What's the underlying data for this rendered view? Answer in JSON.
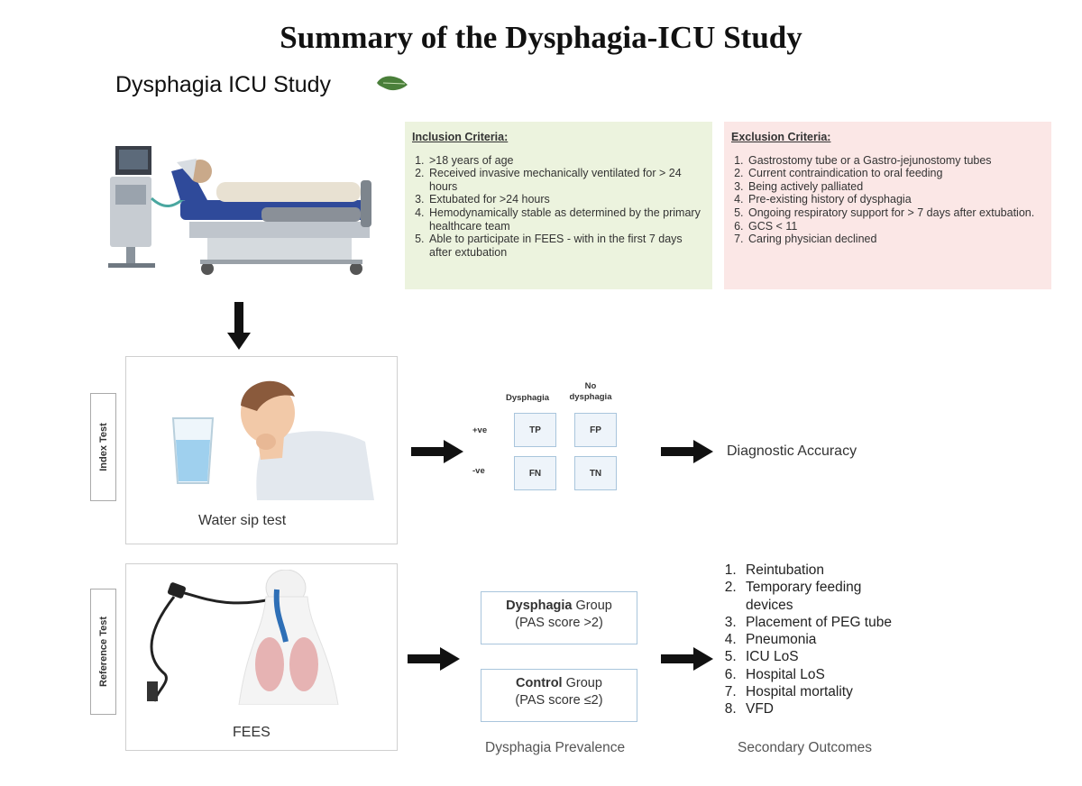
{
  "title": "Summary of the Dysphagia-ICU Study",
  "subtitle": "Dysphagia ICU Study",
  "inclusion": {
    "heading": "Inclusion Criteria:",
    "items": [
      ">18 years of age",
      "Received invasive mechanically ventilated for > 24 hours",
      "Extubated for >24 hours",
      "Hemodynamically stable as determined by the primary healthcare team",
      "Able to participate in FEES - with in the first 7 days after extubation"
    ]
  },
  "exclusion": {
    "heading": "Exclusion Criteria:",
    "items": [
      "Gastrostomy tube or a Gastro-jejunostomy tubes",
      "Current contraindication to oral feeding",
      "Being actively palliated",
      "Pre-existing history of dysphagia",
      "Ongoing respiratory support for > 7 days after extubation.",
      "GCS < 11",
      "Caring physician declined"
    ]
  },
  "index_test": {
    "label": "Index Test",
    "caption": "Water sip test"
  },
  "reference_test": {
    "label": "Reference Test",
    "caption": "FEES"
  },
  "matrix": {
    "col_dysphagia": "Dysphagia",
    "col_no_dysphagia_1": "No",
    "col_no_dysphagia_2": "dysphagia",
    "row_pos": "+ve",
    "row_neg": "-ve",
    "tp": "TP",
    "fp": "FP",
    "fn": "FN",
    "tn": "TN"
  },
  "diagnostic_accuracy": "Diagnostic Accuracy",
  "groups": {
    "dysphagia_bold": "Dysphagia",
    "dysphagia_rest": " Group",
    "dysphagia_score": "(PAS score >2)",
    "control_bold": "Control",
    "control_rest": " Group",
    "control_score": "(PAS score ≤2)",
    "caption": "Dysphagia Prevalence"
  },
  "outcomes": {
    "items": [
      "Reintubation",
      "Temporary feeding devices",
      "Placement of PEG tube",
      "Pneumonia",
      "ICU LoS",
      "Hospital LoS",
      "Hospital mortality",
      "VFD"
    ],
    "caption": "Secondary Outcomes"
  },
  "colors": {
    "inclusion_bg": "#ecf3de",
    "exclusion_bg": "#fbe7e6",
    "matrix_cell": "#eef4fa",
    "arrow": "#111111"
  },
  "icons": [
    "leaf-icon",
    "icu-bed-illustration",
    "water-glass-icon",
    "coughing-person-illustration",
    "endoscope-illustration",
    "airway-lungs-illustration"
  ]
}
